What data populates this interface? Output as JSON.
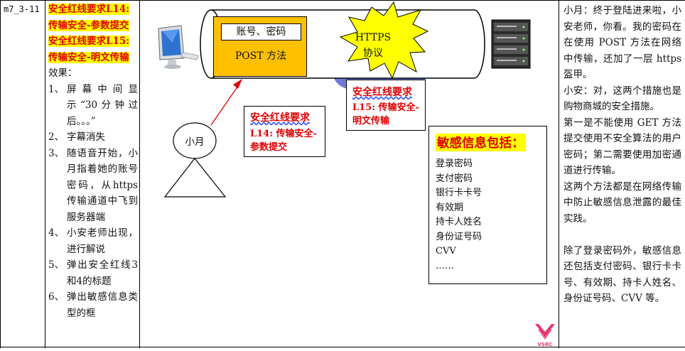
{
  "row_id": "m7_3-11",
  "col2": {
    "redline1": "安全红线要求L14:传输安全-参数提交",
    "redline2": "安全红线要求L15:传输安全-明文传输",
    "effect_label": "效果：",
    "steps": [
      {
        "n": "1、",
        "t": "屏幕中间显示“30分钟过后。。。”"
      },
      {
        "n": "2、",
        "t": "字幕消失"
      },
      {
        "n": "3、",
        "t": "随语音开始，小月指着她的账号密码，从https传输通道中飞到服务器端"
      },
      {
        "n": "4、",
        "t": "小安老师出现，进行解说"
      },
      {
        "n": "5、",
        "t": "弹出安全红线3和4的标题"
      },
      {
        "n": "6、",
        "t": "弹出敏感信息类型的框"
      }
    ]
  },
  "diagram": {
    "credentials_label": "账号、密码",
    "post_label": "POST 方法",
    "https_label": "HTTPS",
    "protocol_label": "协议",
    "callout_l14_title": "安全红线要求",
    "callout_l14_body": "L14: 传输安全-参数提交",
    "callout_l15_title": "安全红线要求",
    "callout_l15_body": "L15: 传输安全-明文传输",
    "person_label": "小月",
    "sensitive": {
      "title": "敏感信息包括：",
      "items": [
        "登录密码",
        "支付密码",
        "银行卡卡号",
        "有效期",
        "持卡人姓名",
        "身份证号码",
        "CVV",
        "……"
      ]
    }
  },
  "col4": {
    "paragraphs": [
      "小月：终于登陆进来啦，小安老师，你看。我的密码在在使用 POST 方法在网络中传输，还加了一层 https 盔甲。",
      "小安：对，这两个措施也是购物商城的安全措施。",
      "第一是不能使用 GET 方法提交使用不安全算法的用户密码；第二需要使用加密通道进行传输。",
      "这两个方法都是在网络传输中防止敏感信息泄露的最佳实践。",
      "",
      "除了登录密码外，敏感信息还包括支付密码、银行卡卡号、有效期、持卡人姓名、身份证号码、CVV 等。"
    ]
  },
  "logo_text": "VSRC",
  "colors": {
    "red": "#e00000",
    "highlight": "#ffff00",
    "orange": "#ffc000",
    "cloud": "#6e7bd6",
    "burst": "#ffff00"
  }
}
